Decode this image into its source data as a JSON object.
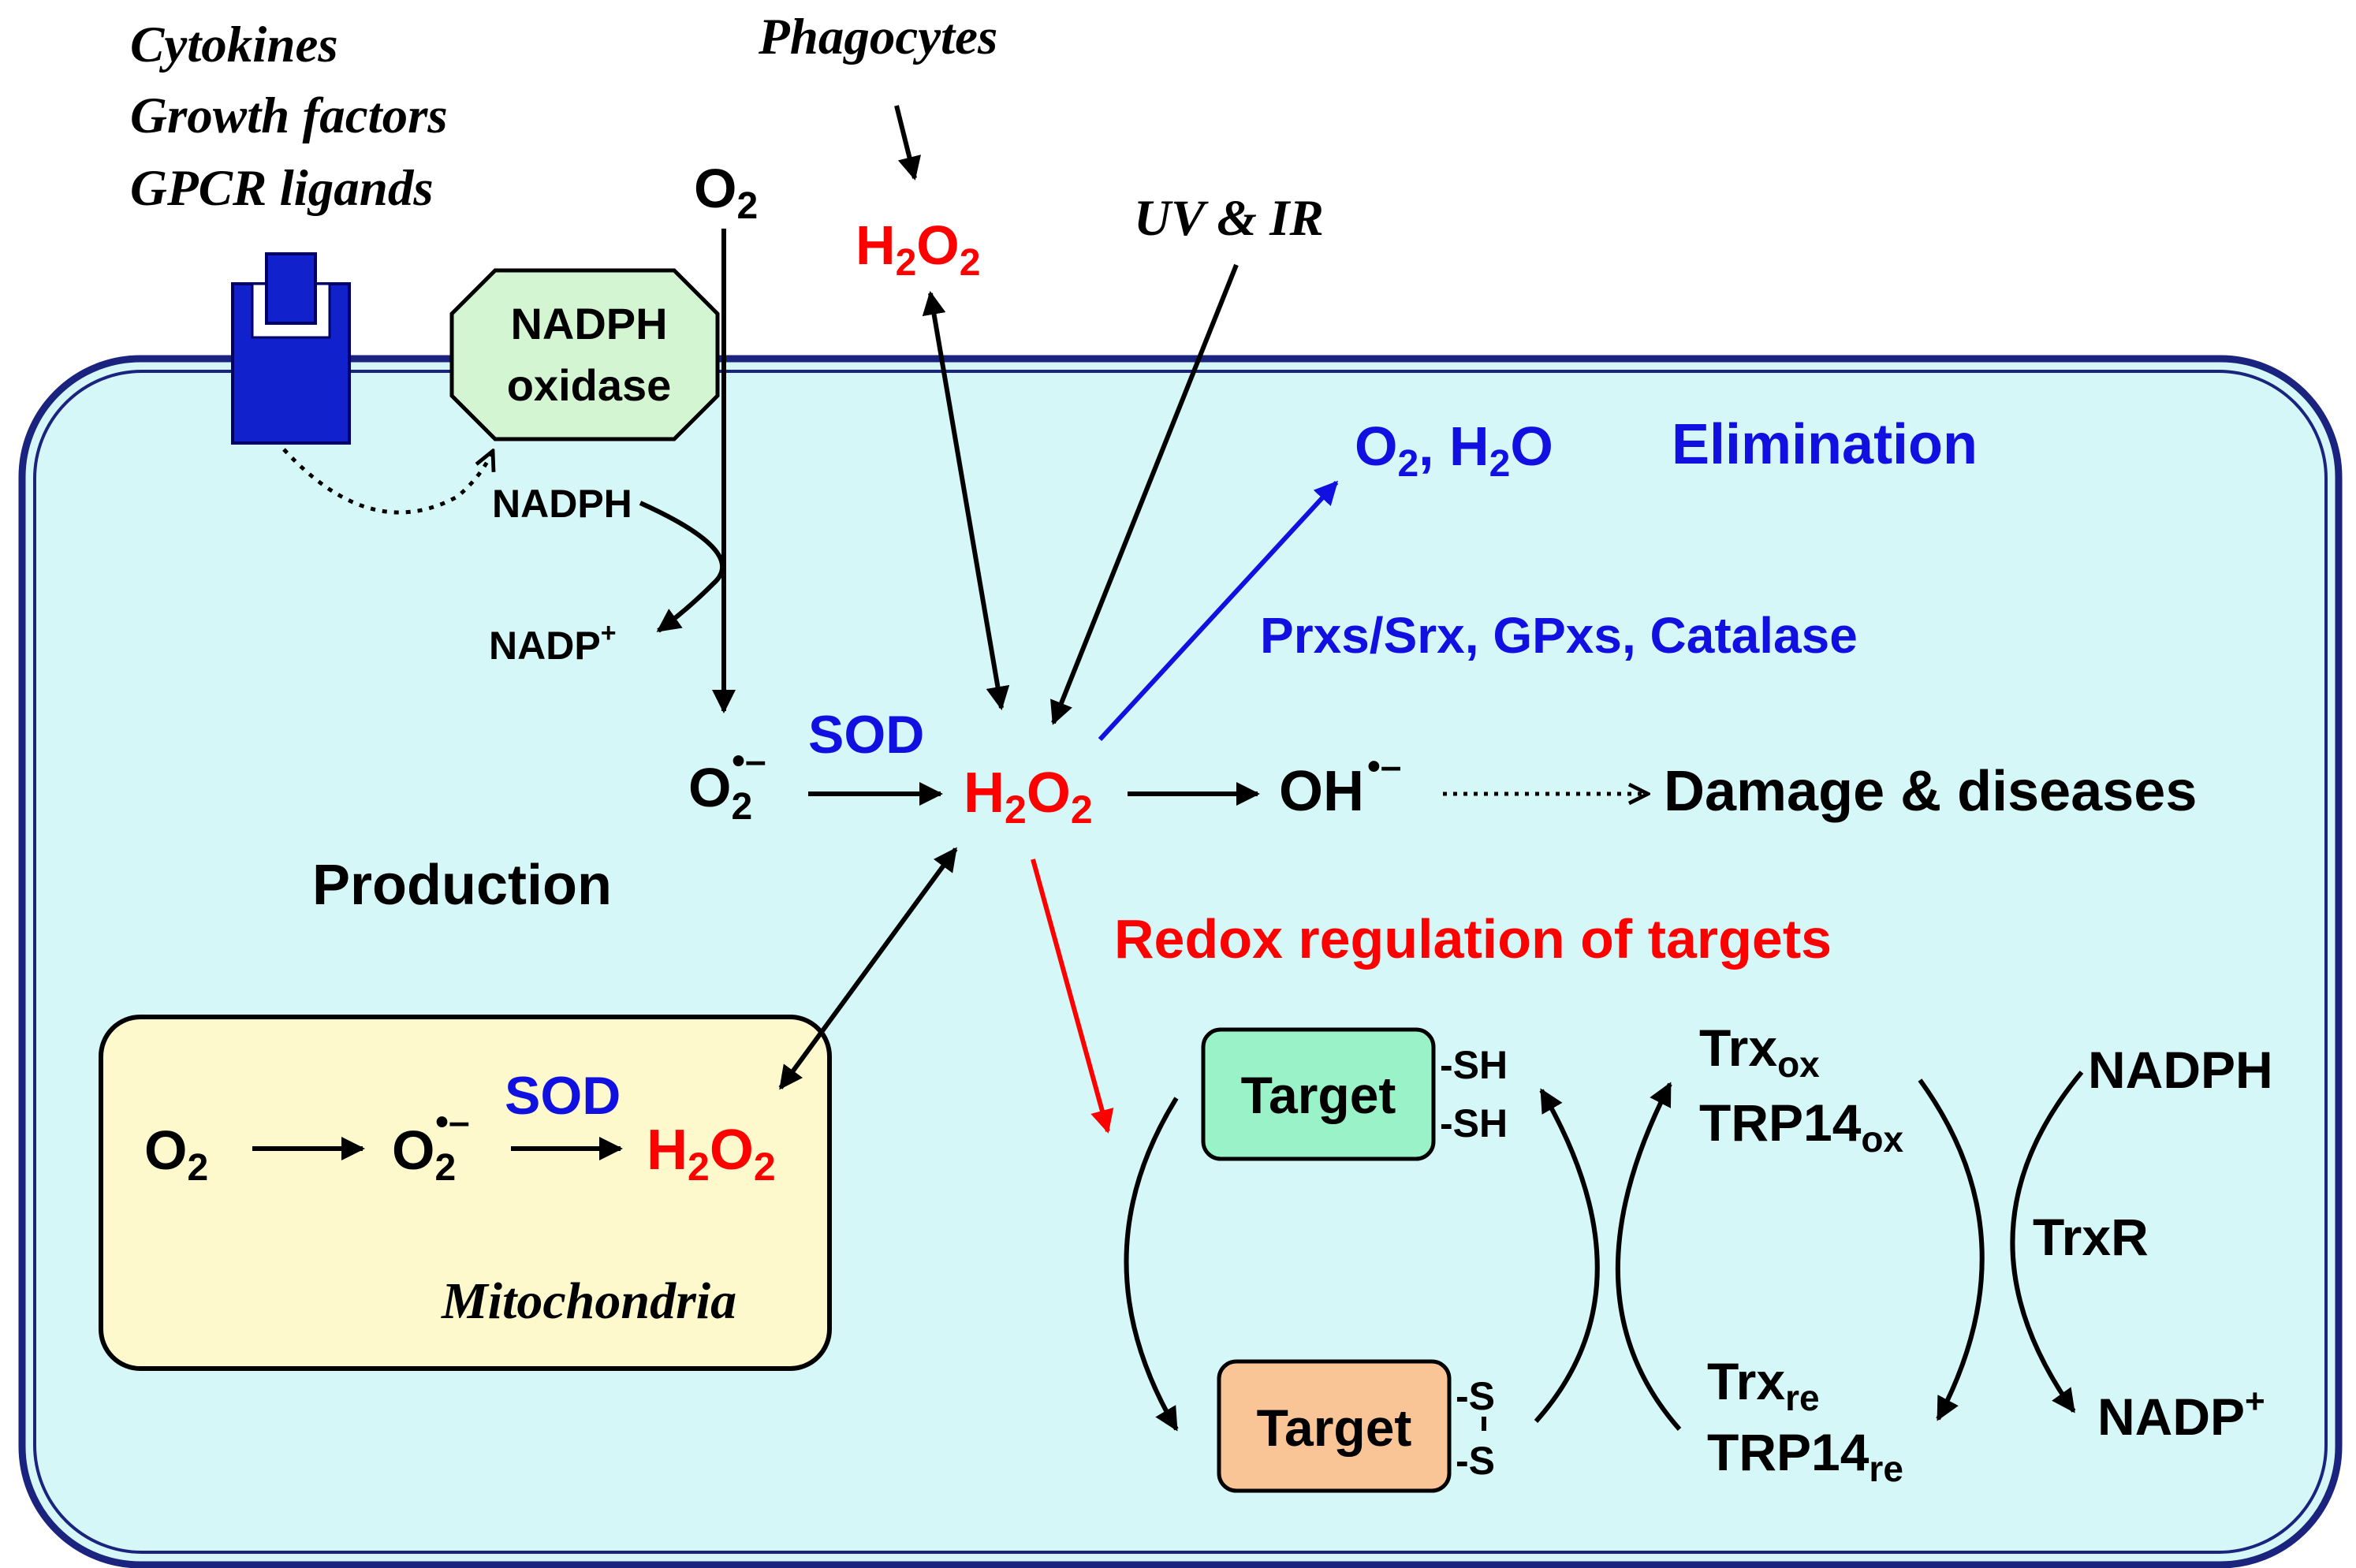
{
  "colors": {
    "cell_fill": "#d6f7f8",
    "cell_border": "#1a237e",
    "mito_fill": "#fdf9cc",
    "nox_fill": "#d4f5d2",
    "target_sh_fill": "#99f2c8",
    "target_ss_fill": "#f9c496",
    "receptor": "#1122cc",
    "red": "#ff0000",
    "blue": "#1010e0",
    "black": "#000000"
  },
  "stimuli": {
    "line1": "Cytokines",
    "line2": "Growth factors",
    "line3": "GPCR ligands"
  },
  "phagocytes": "Phagocytes",
  "uv_ir": "UV & IR",
  "o2_top": {
    "base": "O",
    "sub": "2"
  },
  "h2o2_ext": {
    "a": "H",
    "s1": "2",
    "b": "O",
    "s2": "2"
  },
  "nadph_oxidase": {
    "line1": "NADPH",
    "line2": "oxidase"
  },
  "nadph_top": "NADPH",
  "nadp_top": {
    "base": "NADP",
    "sup": "+"
  },
  "superoxide_main": {
    "base": "O",
    "sub": "2",
    "sup": "•–"
  },
  "sod_main": "SOD",
  "h2o2_center": {
    "a": "H",
    "s1": "2",
    "b": "O",
    "s2": "2"
  },
  "oh_radical": {
    "base": "OH",
    "sup": "•–"
  },
  "damage": "Damage & diseases",
  "elimination": {
    "products": {
      "a": "O",
      "s1": "2",
      "b": ", H",
      "s2": "2",
      "c": "O"
    },
    "title": "Elimination",
    "enzymes": "Prxs/Srx, GPxs, Catalase"
  },
  "production": "Production",
  "redox_title": "Redox regulation of targets",
  "mitochondria": {
    "label": "Mitochondria",
    "o2": {
      "base": "O",
      "sub": "2"
    },
    "superoxide": {
      "base": "O",
      "sub": "2",
      "sup": "•–"
    },
    "sod": "SOD",
    "h2o2": {
      "a": "H",
      "s1": "2",
      "b": "O",
      "s2": "2"
    }
  },
  "target_reduced": {
    "label": "Target",
    "sh1": "-SH",
    "sh2": "-SH"
  },
  "target_oxidized": {
    "label": "Target",
    "s1": "-S",
    "s2": "-S"
  },
  "trx_ox": {
    "l1": "Trx",
    "l1_sub": "ox",
    "l2": "TRP14",
    "l2_sub": "ox"
  },
  "trx_re": {
    "l1": "Trx",
    "l1_sub": "re",
    "l2": "TRP14",
    "l2_sub": "re"
  },
  "nadph_right": "NADPH",
  "trxr": "TrxR",
  "nadp_right": {
    "base": "NADP",
    "sup": "+"
  }
}
